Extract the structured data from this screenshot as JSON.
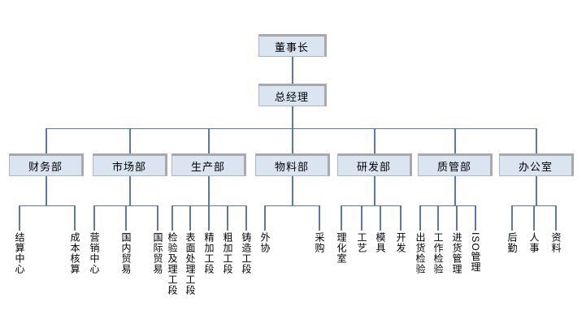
{
  "chart": {
    "type": "org-chart",
    "nodes": {
      "chairman": "董事长",
      "general_manager": "总经理"
    },
    "departments": [
      {
        "label": "财务部",
        "children": [
          "结算中心",
          "成本核算"
        ]
      },
      {
        "label": "市场部",
        "children": [
          "营销中心",
          "国内贸易",
          "国际贸易"
        ]
      },
      {
        "label": "生产部",
        "children": [
          "检验及理工段",
          "表面处理工段",
          "精加工段",
          "粗加工段",
          "铸造工段"
        ]
      },
      {
        "label": "物料部",
        "children": [
          "外协",
          "采购"
        ]
      },
      {
        "label": "研发部",
        "children": [
          "理化室",
          "工艺",
          "模具",
          "开发"
        ]
      },
      {
        "label": "质管部",
        "children": [
          "出货检验",
          "工作检验",
          "进货管理",
          "ISO管理"
        ]
      },
      {
        "label": "办公室",
        "children": [
          "后勤",
          "人事",
          "资料"
        ]
      }
    ],
    "colors": {
      "box_fill": "#dbe5f1",
      "box_border": "#a7b7cf",
      "box_shadow": "#a9a9a9",
      "connector": "#5b7a9d",
      "text": "#000000",
      "background": "#ffffff"
    }
  }
}
